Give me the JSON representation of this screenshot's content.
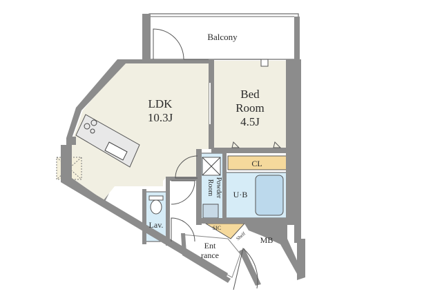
{
  "rooms": {
    "balcony": "Balcony",
    "ldk_name": "LDK",
    "ldk_size": "10.3J",
    "bed_name_1": "Bed",
    "bed_name_2": "Room",
    "bed_size": "4.5J",
    "closet": "CL",
    "powder_room_1": "Powder",
    "powder_room_2": "Room",
    "bath": "U·B",
    "lavatory": "Lav.",
    "sic": "SIC",
    "shelf": "Shelf",
    "entrance_1": "Ent",
    "entrance_2": "rance",
    "meter_box": "MB"
  },
  "colors": {
    "floor": "#f1efe2",
    "wall": "#8c8c8c",
    "wet_area": "#d6ecf7",
    "closet": "#f5d99c",
    "tile": "#e0e0e0"
  }
}
